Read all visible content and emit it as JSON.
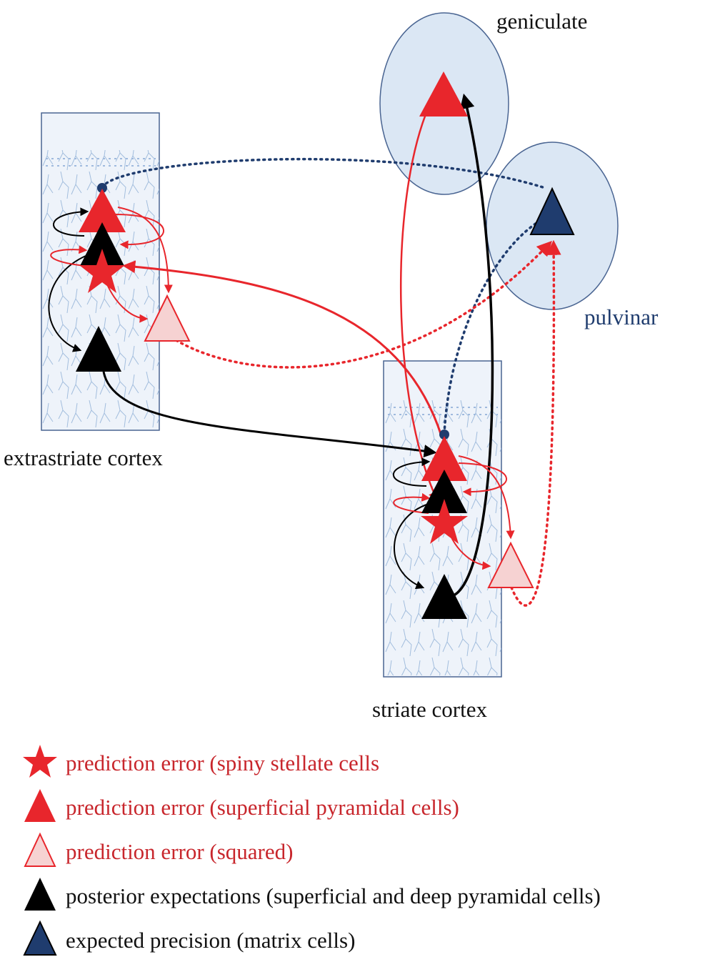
{
  "labels": {
    "geniculate": "geniculate",
    "pulvinar": "pulvinar",
    "extrastriate": "extrastriate cortex",
    "striate": "striate cortex"
  },
  "legend": [
    {
      "icon": "red-star-icon",
      "text": "prediction error (spiny stellate cells"
    },
    {
      "icon": "red-triangle-icon",
      "text": "prediction error (superficial pyramidal cells)"
    },
    {
      "icon": "pink-triangle-icon",
      "text": "prediction error (squared)"
    },
    {
      "icon": "black-triangle-icon",
      "text": "posterior expectations (superficial and deep pyramidal cells)"
    },
    {
      "icon": "blue-triangle-icon",
      "text": "expected precision (matrix cells)"
    }
  ],
  "colors": {
    "red": "#e8262c",
    "pink": "#f6d2d2",
    "black": "#000000",
    "navy": "#1f3c6e",
    "nucleus_fill": "#dbe7f4",
    "panel_fill": "#eef3fa",
    "panel_stroke": "#4a6592"
  }
}
